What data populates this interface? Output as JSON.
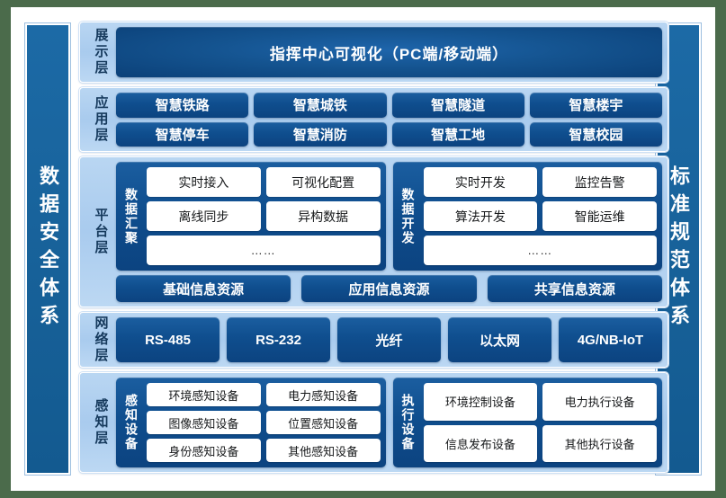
{
  "sidebars": {
    "left": {
      "label": "数据安全体系"
    },
    "right": {
      "label": "标准规范体系"
    }
  },
  "layers": {
    "presentation": {
      "label": "展示层",
      "box": "指挥中心可视化（PC端/移动端）"
    },
    "application": {
      "label": "应用层",
      "row1": [
        "智慧铁路",
        "智慧城铁",
        "智慧隧道",
        "智慧楼宇"
      ],
      "row2": [
        "智慧停车",
        "智慧消防",
        "智慧工地",
        "智慧校园"
      ]
    },
    "platform": {
      "label": "平台层",
      "group_left": {
        "label": "数据汇聚",
        "row1": [
          "实时接入",
          "可视化配置"
        ],
        "row2": [
          "离线同步",
          "异构数据"
        ],
        "row3": "……"
      },
      "group_right": {
        "label": "数据开发",
        "row1": [
          "实时开发",
          "监控告警"
        ],
        "row2": [
          "算法开发",
          "智能运维"
        ],
        "row3": "……"
      },
      "resources": [
        "基础信息资源",
        "应用信息资源",
        "共享信息资源"
      ]
    },
    "network": {
      "label": "网络层",
      "items": [
        "RS-485",
        "RS-232",
        "光纤",
        "以太网",
        "4G/NB-IoT"
      ]
    },
    "perception": {
      "label": "感知层",
      "group_left": {
        "label": "感知设备",
        "row1": [
          "环境感知设备",
          "电力感知设备"
        ],
        "row2": [
          "图像感知设备",
          "位置感知设备"
        ],
        "row3": [
          "身份感知设备",
          "其他感知设备"
        ]
      },
      "group_right": {
        "label": "执行设备",
        "row1": [
          "环境控制设备",
          "电力执行设备"
        ],
        "row2": [
          "信息发布设备",
          "其他执行设备"
        ]
      }
    }
  },
  "colors": {
    "background": "#4b6b4b",
    "panel_light_blue": "#a9cbee",
    "box_dark_blue": "#0f4e8e",
    "pillar_blue": "#176199",
    "white": "#ffffff"
  }
}
